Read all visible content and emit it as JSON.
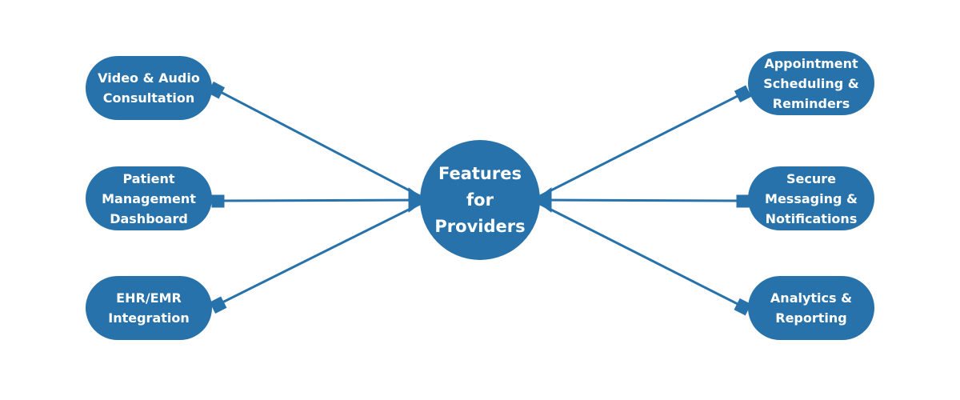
{
  "diagram": {
    "accent_color": "#2872ab",
    "background": "#ffffff",
    "center": {
      "label": "Features\nfor\nProviders"
    },
    "left_nodes": [
      {
        "label": "Video & Audio\nConsultation"
      },
      {
        "label": "Patient\nManagement\nDashboard"
      },
      {
        "label": "EHR/EMR\nIntegration"
      }
    ],
    "right_nodes": [
      {
        "label": "Appointment\nScheduling &\nReminders"
      },
      {
        "label": "Secure\nMessaging &\nNotifications"
      },
      {
        "label": "Analytics &\nReporting"
      }
    ]
  }
}
